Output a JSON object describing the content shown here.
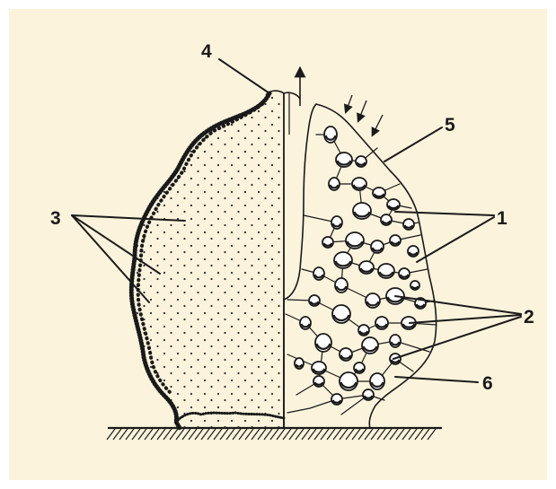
{
  "labels": {
    "l1": "1",
    "l2": "2",
    "l3": "3",
    "l4": "4",
    "l5": "5",
    "l6": "6"
  },
  "colors": {
    "background": "#fbf3dc",
    "ink": "#1a1a1a",
    "tissue": "#cbbfa4"
  }
}
